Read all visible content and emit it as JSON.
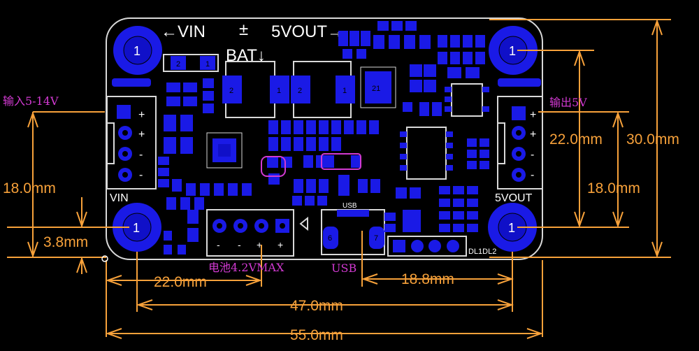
{
  "board": {
    "silk": {
      "vin_top": "←VIN",
      "plus_minus": "±",
      "vout_top": "5VOUT→",
      "bat": "BAT↓",
      "vin_bottom": "VIN",
      "vout_bottom": "5VOUT",
      "usb_small": "USB",
      "dl": "DL1DL2",
      "plus": "+",
      "minus": "-"
    },
    "hole_label": "1",
    "pad_labels": {
      "two": "2",
      "one": "1",
      "six": "6",
      "seven": "7",
      "twentyone": "21"
    }
  },
  "annotations": {
    "input_label": "输入5-14V",
    "output_label": "输出5V",
    "battery_label": "电池4.2VMAX",
    "usb_label": "USB"
  },
  "dimensions": {
    "d18_left": "18.0mm",
    "d3_8": "3.8mm",
    "d22_bottom": "22.0mm",
    "d47": "47.0mm",
    "d55": "55.0mm",
    "d18_8": "18.8mm",
    "d22_right": "22.0mm",
    "d30": "30.0mm",
    "d18_right": "18.0mm"
  },
  "colors": {
    "board": "#000000",
    "outline": "#d9d9d9",
    "pad": "#1a1ae6",
    "dimension": "#f7a13a",
    "chinese_text": "#d23ad2"
  }
}
